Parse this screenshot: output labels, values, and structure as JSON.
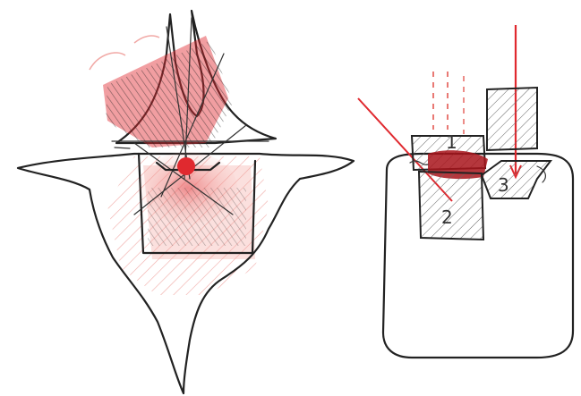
{
  "colors": {
    "ink": "#222222",
    "red": "#e0292f",
    "red_light": "#f3a7a0",
    "red_dark": "#a8141b",
    "hatch": "#555555"
  },
  "right_sketch": {
    "labels": [
      "1",
      "2",
      "3"
    ]
  }
}
